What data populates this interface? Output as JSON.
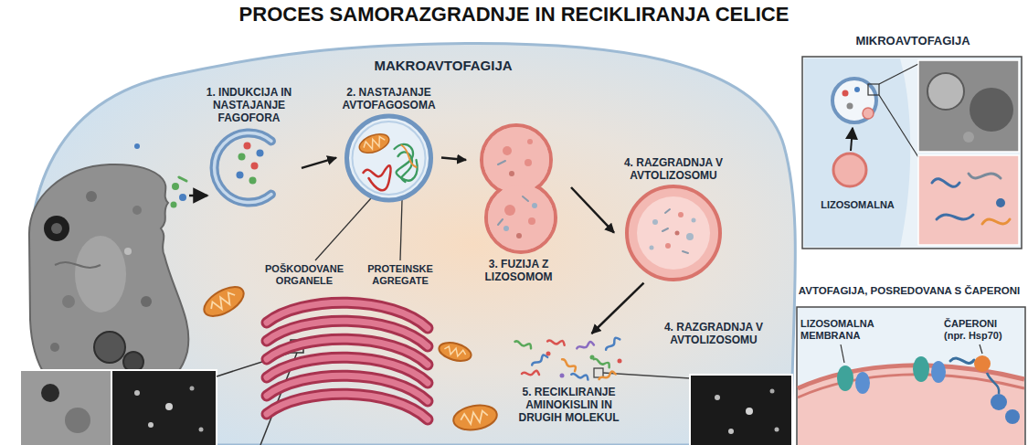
{
  "diagram": {
    "title": "PROCES SAMORAZGRADNJE IN RECIKLIRANJA CELICE",
    "nodes": [
      {
        "text": [
          "MAKROAVTOFAGIJA"
        ]
      },
      {
        "text": [
          "1. INDUKCIJA IN NASTAJANJE FAGOFORA"
        ],
        "in": 0
      },
      {
        "text": [
          "2. NASTAJANJE AVTOFAGOSOMA"
        ],
        "in": 0
      },
      {
        "text": [
          "3. FUZIJA Z LIZOSOMOM"
        ],
        "in": 0
      },
      {
        "text": [
          "4. RAZGRADNJA V AVTOLIZOSOMU"
        ],
        "in": 0
      },
      {
        "text": [
          "5. RECIKLIRANJE AMINOKISLIN IN DRUGIH MOLEKUL"
        ],
        "in": 0
      },
      {
        "text": [
          "MIKROAVTOFAGIJA",
          "LIZOSOMALNA"
        ]
      },
      {
        "text": [
          "AVTOFAGIJA, POSREDOVANA S ČAPERONI",
          "LIZOSOMALNA MEMBRANA",
          "ČAPERONI (npr. Hsp70)"
        ]
      }
    ],
    "edges": [
      {
        "from": 1,
        "to": 2,
        "arrow": "to"
      },
      {
        "from": 2,
        "to": 3,
        "arrow": "to"
      },
      {
        "from": 3,
        "to": 4,
        "arrow": "to"
      },
      {
        "from": 4,
        "to": 5,
        "arrow": "to"
      }
    ],
    "labels": [
      "POŠKODOVANE ORGANELE",
      "PROTEINSKE AGREGATE",
      "4. RAZGRADNJA V AVTOLIZOSOMU"
    ]
  }
}
